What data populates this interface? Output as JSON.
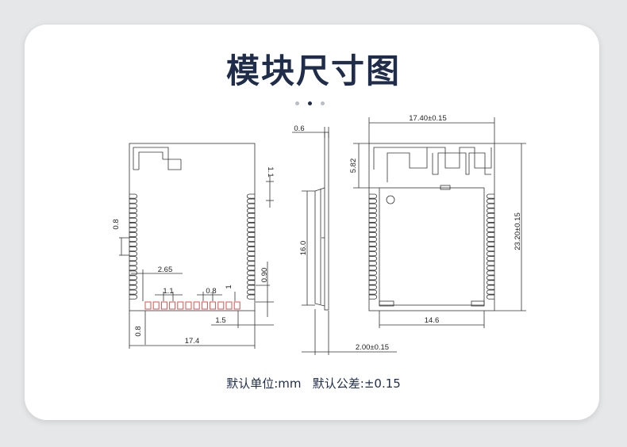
{
  "title": "模块尺寸图",
  "carousel": {
    "count": 3,
    "active_index": 1
  },
  "dimensions": {
    "front_view": {
      "pitch_vertical": "0.8",
      "pad_height": "1.1",
      "edge_offset": "2.65",
      "pad_width": "1.1",
      "pad_pitch": "0.8",
      "pad_gap": "1",
      "pad_row_height": "0.90",
      "pad_to_edge": "1.5",
      "bottom_margin": "0.8",
      "width": "17.4"
    },
    "side_view": {
      "thickness": "0.6",
      "shield_height": "16.0",
      "total_thickness": "2.00±0.15"
    },
    "back_view": {
      "width": "17.40±0.15",
      "antenna_height": "5.82",
      "height": "23.20±0.15",
      "shield_width": "14.6"
    }
  },
  "footer": {
    "unit_label": "默认单位:mm",
    "tolerance_label": "默认公差:±0.15"
  }
}
